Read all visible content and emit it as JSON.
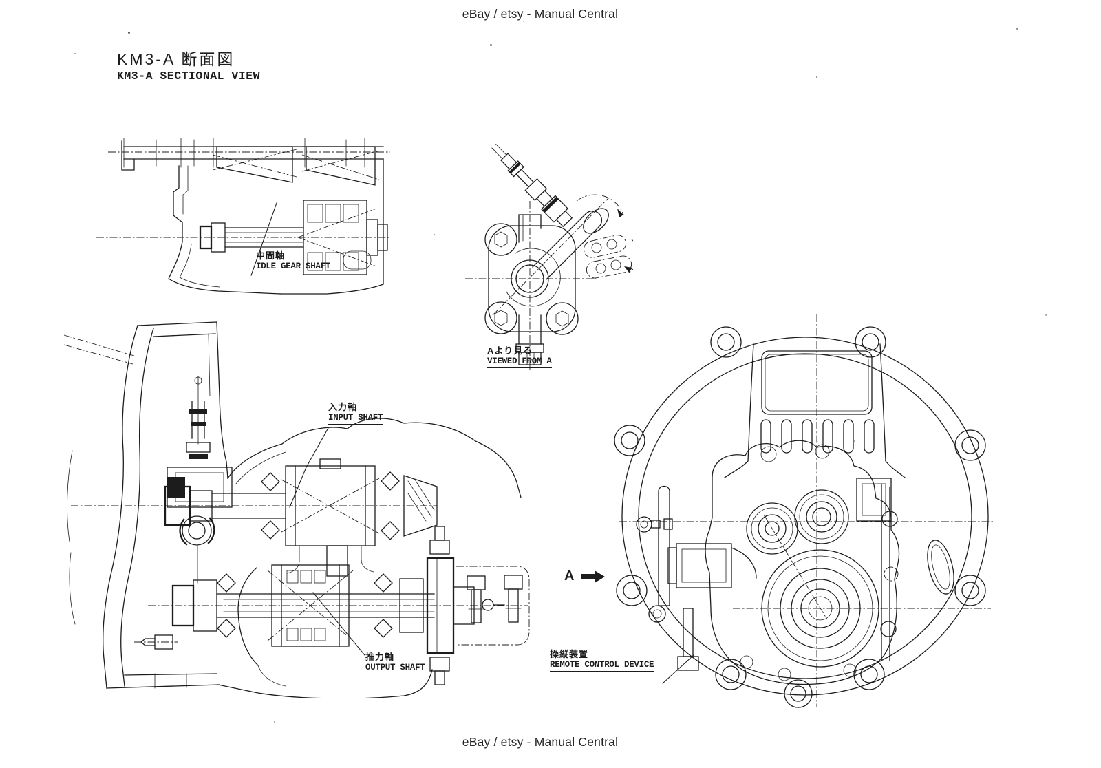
{
  "page": {
    "header_text": "eBay / etsy - Manual Central",
    "footer_text": "eBay / etsy - Manual Central",
    "background_color": "#ffffff",
    "ink_color": "#1c1c1c"
  },
  "title": {
    "jp": "KM3-A 断面図",
    "en": "KM3-A SECTIONAL VIEW"
  },
  "figures": {
    "idle_gear": {
      "label_jp": "中間軸",
      "label_en": "IDLE GEAR SHAFT"
    },
    "viewed_from_a": {
      "caption_jp": "Aより見る",
      "caption_en": "VIEWED FROM A"
    },
    "main_section": {
      "input_label_jp": "入力軸",
      "input_label_en": "INPUT SHAFT",
      "output_label_jp": "推力軸",
      "output_label_en": "OUTPUT SHAFT"
    },
    "end_view": {
      "remote_label_jp": "操縦装置",
      "remote_label_en": "REMOTE CONTROL DEVICE",
      "view_arrow_letter": "A"
    }
  }
}
